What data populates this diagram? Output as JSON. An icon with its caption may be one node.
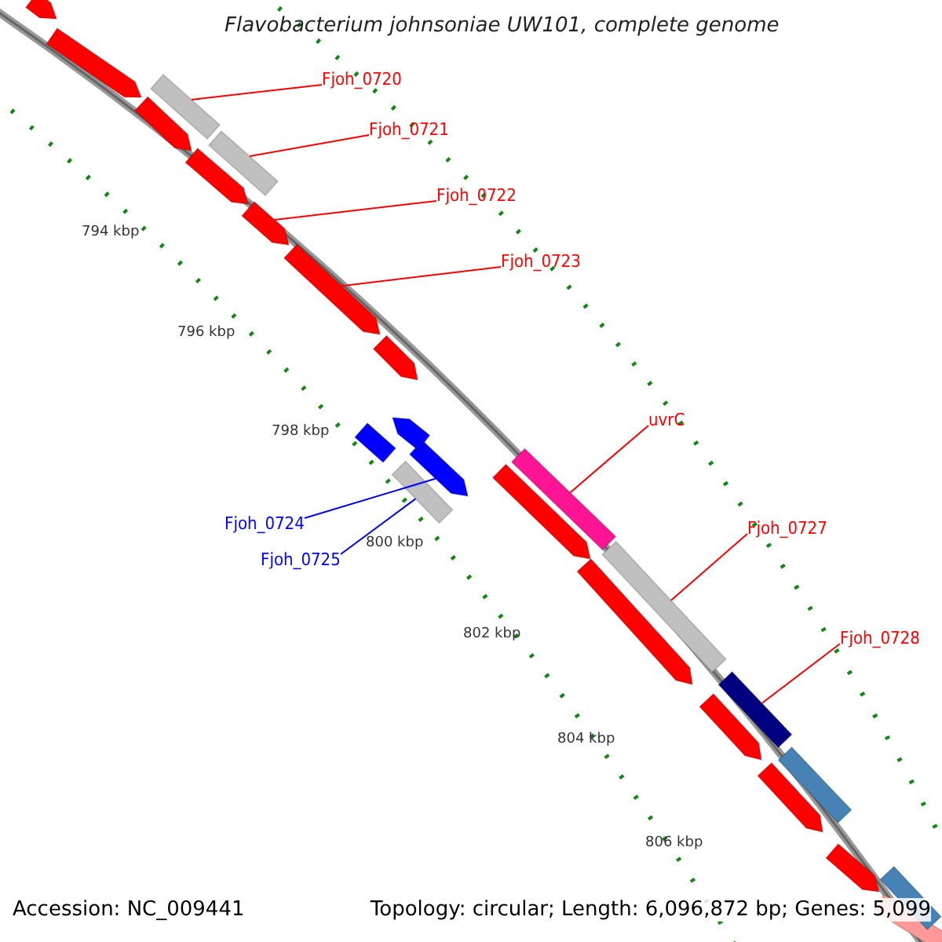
{
  "diagram": {
    "title": "Flavobacterium johnsoniae UW101, complete genome",
    "nodes": [
      {
        "text": [
          "Fjoh_0720"
        ]
      },
      {
        "text": [
          "Fjoh_0721"
        ]
      },
      {
        "text": [
          "Fjoh_0722"
        ]
      },
      {
        "text": [
          "Fjoh_0723"
        ]
      },
      {
        "text": [
          "uvrC"
        ]
      },
      {
        "text": [
          "Fjoh_0724"
        ]
      },
      {
        "text": [
          "Fjoh_0725"
        ]
      },
      {
        "text": [
          "Fjoh_0727"
        ]
      },
      {
        "text": [
          "Fjoh_0728"
        ]
      },
      {
        "text": [],
        "shape": "bar"
      },
      {
        "text": [],
        "shape": "bar"
      },
      {
        "text": [],
        "shape": "bar"
      },
      {
        "text": [],
        "shape": "bar"
      },
      {
        "text": [],
        "shape": "bar"
      },
      {
        "text": [],
        "shape": "bar"
      },
      {
        "text": [],
        "shape": "bar"
      },
      {
        "text": [],
        "shape": "bar"
      },
      {
        "text": [],
        "shape": "bar"
      },
      {
        "text": [],
        "shape": "bar"
      },
      {
        "text": [],
        "shape": "bar"
      },
      {
        "text": [],
        "shape": "bar"
      },
      {
        "text": [],
        "shape": "bar"
      },
      {
        "text": [],
        "shape": "bar"
      },
      {
        "text": [],
        "shape": "bar"
      },
      {
        "text": [],
        "shape": "bar"
      },
      {
        "text": [],
        "shape": "bar"
      },
      {
        "text": [],
        "shape": "bar"
      },
      {
        "text": [],
        "shape": "bar"
      },
      {
        "text": [],
        "shape": "bar"
      },
      {
        "text": [],
        "shape": "bar"
      },
      {
        "text": [],
        "shape": "bar"
      },
      {
        "text": [],
        "shape": "bar"
      },
      {
        "text": [],
        "shape": "bar"
      }
    ],
    "edges": [
      {
        "from": 0,
        "to": 9,
        "arrow": "none"
      },
      {
        "from": 1,
        "to": 10,
        "arrow": "none"
      },
      {
        "from": 2,
        "to": 11,
        "arrow": "none"
      },
      {
        "from": 3,
        "to": 12,
        "arrow": "none"
      },
      {
        "from": 4,
        "to": 13,
        "arrow": "none"
      },
      {
        "from": 5,
        "to": 14,
        "arrow": "none",
        "color": "#0000ff"
      },
      {
        "from": 6,
        "to": 15,
        "arrow": "none",
        "color": "#0000ff"
      },
      {
        "from": 7,
        "to": 16,
        "arrow": "none"
      },
      {
        "from": 8,
        "to": 17,
        "arrow": "none"
      }
    ],
    "labels": [
      "794 kbp",
      "796 kbp",
      "798 kbp",
      "800 kbp",
      "802 kbp",
      "804 kbp",
      "806 kbp",
      "Accession: NC_009441",
      "Topology: circular; Length: 6,096,872 bp; Genes: 5,099"
    ]
  }
}
